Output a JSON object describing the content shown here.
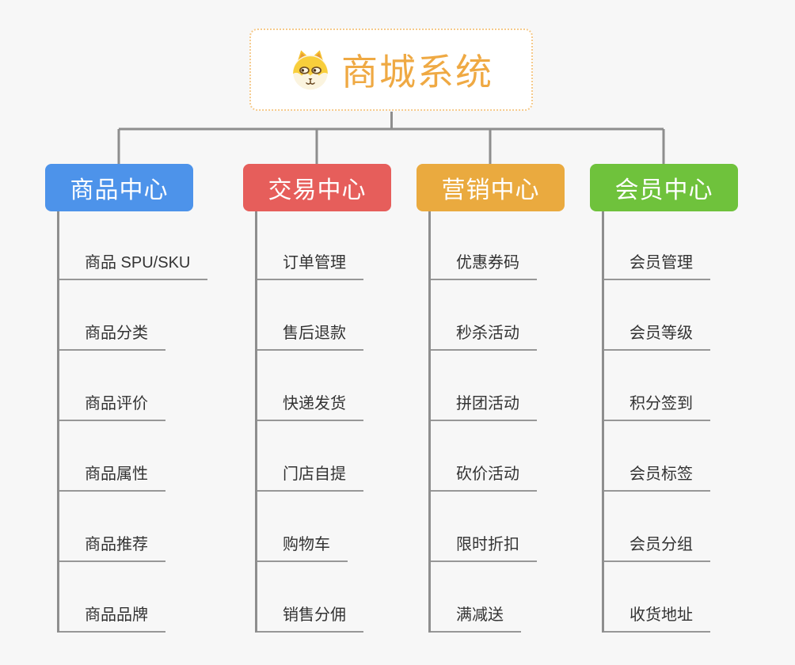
{
  "root": {
    "title": "商城系统",
    "icon": "dog-face-icon"
  },
  "branches": [
    {
      "label": "商品中心",
      "color": "#4d93ea",
      "items": [
        "商品 SPU/SKU",
        "商品分类",
        "商品评价",
        "商品属性",
        "商品推荐",
        "商品品牌"
      ]
    },
    {
      "label": "交易中心",
      "color": "#e65e5b",
      "items": [
        "订单管理",
        "售后退款",
        "快递发货",
        "门店自提",
        "购物车",
        "销售分佣"
      ]
    },
    {
      "label": "营销中心",
      "color": "#eaaa3f",
      "items": [
        "优惠券码",
        "秒杀活动",
        "拼团活动",
        "砍价活动",
        "限时折扣",
        "满减送"
      ]
    },
    {
      "label": "会员中心",
      "color": "#6fc23c",
      "items": [
        "会员管理",
        "会员等级",
        "积分签到",
        "会员标签",
        "会员分组",
        "收货地址"
      ]
    }
  ],
  "colors": {
    "background": "#f7f7f7",
    "connector_line": "#8e8e8e",
    "leaf_underline": "#979797",
    "leaf_text": "#333333",
    "root_border": "#f5ca8c",
    "root_text": "#efa943",
    "branch_text": "#ffffff"
  }
}
